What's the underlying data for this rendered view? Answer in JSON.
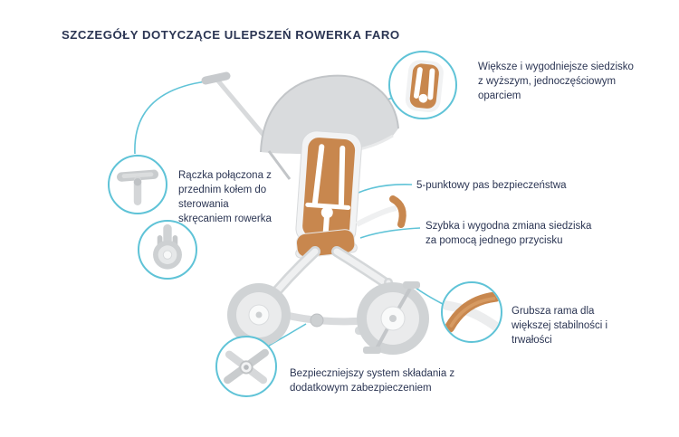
{
  "page": {
    "title": "SZCZEGÓŁY DOTYCZĄCE ULEPSZEŃ ROWERKA FARO"
  },
  "colors": {
    "accent": "#5FC3D7",
    "text": "#2B3553",
    "seat_tan": "#C8874E"
  },
  "callouts": {
    "seat": {
      "label": "Większe i wygodniejsze siedzisko z wyższym, jednoczęściowym oparciem"
    },
    "handle": {
      "label": "Rączka połączona z przednim kołem do sterowania skręcaniem rowerka"
    },
    "belt": {
      "label": "5-punktowy pas bezpieczeństwa"
    },
    "seat_change": {
      "label": "Szybka i wygodna zmiana siedziska za pomocą jednego przycisku"
    },
    "frame": {
      "label": "Grubsza rama dla większej stabilności i trwałości"
    },
    "folding": {
      "label": "Bezpieczniejszy system składania z dodatkowym zabezpieczeniem"
    }
  }
}
